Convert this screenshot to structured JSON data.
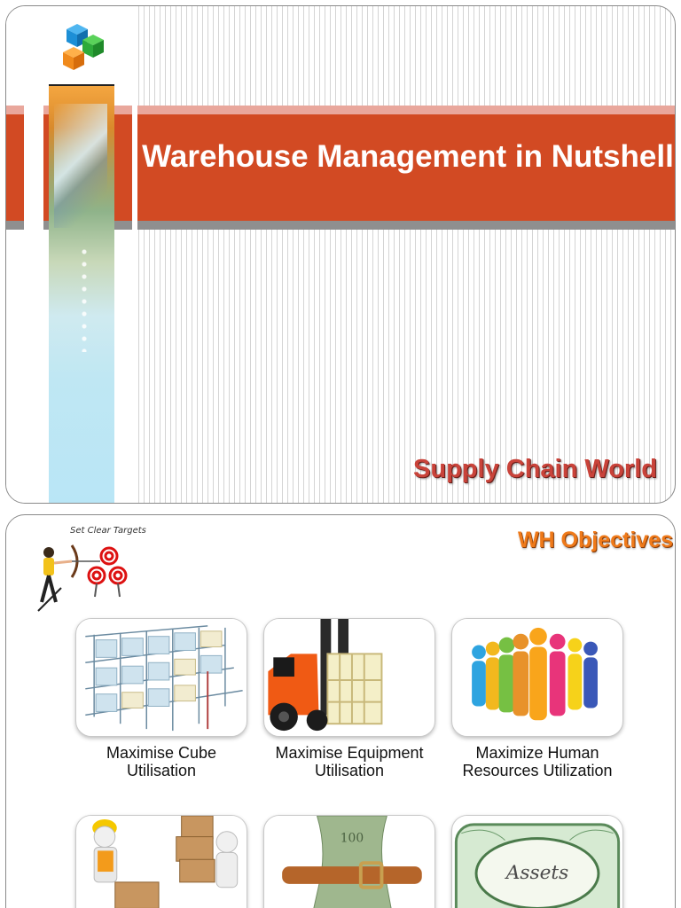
{
  "slide1": {
    "title": "Warehouse Management in Nutshell",
    "brand": "Supply Chain World",
    "colors": {
      "band": "#d24a23",
      "band_top": "#e9a79c",
      "band_bottom": "#8f8f8f",
      "brand": "#c9433a"
    }
  },
  "slide2": {
    "heading": "WH Objectives",
    "target_caption": "Set Clear Targets",
    "cards": [
      {
        "label": "Maximise Cube Utilisation",
        "icon": "warehouse-racks-image"
      },
      {
        "label": "Maximise Equipment Utilisation",
        "icon": "forklift-image"
      },
      {
        "label": "Maximize Human Resources Utilization",
        "icon": "people-group-image"
      },
      {
        "label": "",
        "icon": "worker-with-boxes-image"
      },
      {
        "label": "",
        "icon": "money-belt-image"
      },
      {
        "label": "",
        "icon": "assets-certificate-image",
        "image_text": "Assets"
      }
    ],
    "colors": {
      "heading": "#ef7a1a"
    }
  }
}
